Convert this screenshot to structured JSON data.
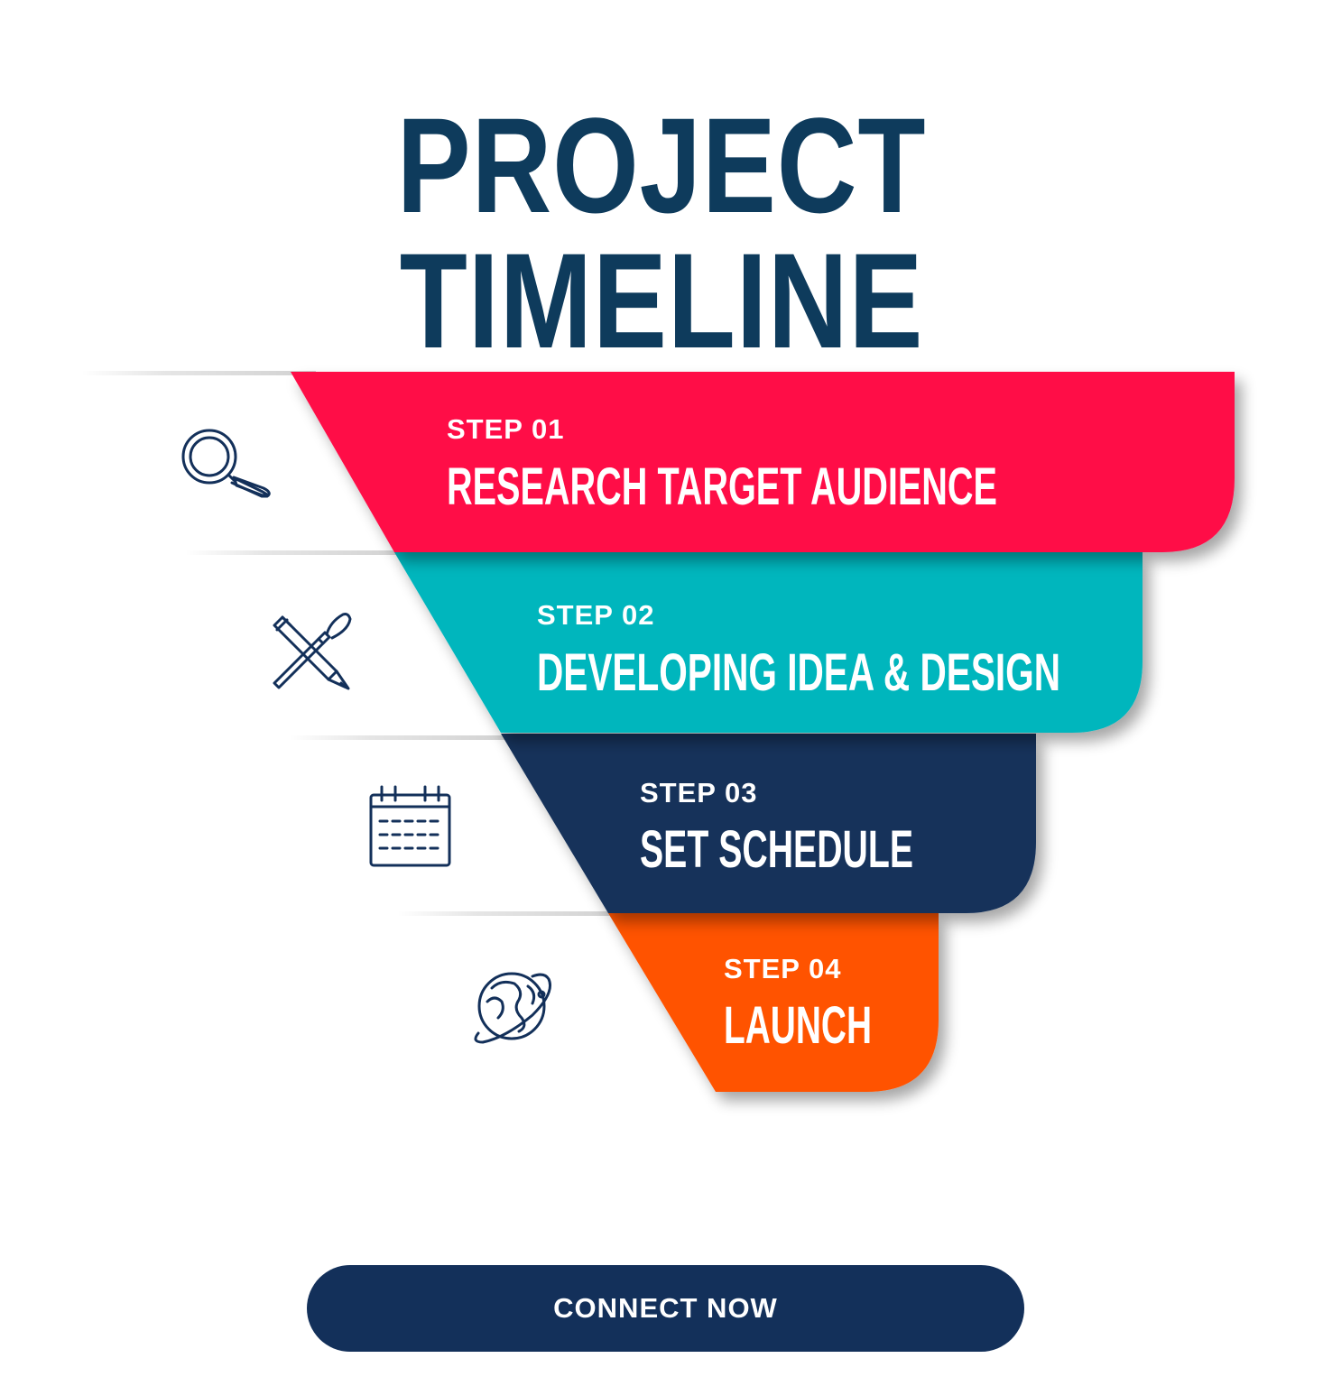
{
  "title": "PROJECT TIMELINE",
  "steps": [
    {
      "number": "STEP 01",
      "title": "RESEARCH TARGET AUDIENCE",
      "color": "#ff0846",
      "icon": "magnifier-icon"
    },
    {
      "number": "STEP 02",
      "title": "DEVELOPING IDEA & DESIGN",
      "color": "#00b6bd",
      "icon": "pencil-brush-icon"
    },
    {
      "number": "STEP 03",
      "title": "SET SCHEDULE",
      "color": "#13305a",
      "icon": "calendar-icon"
    },
    {
      "number": "STEP 04",
      "title": "LAUNCH",
      "color": "#ff5204",
      "icon": "globe-icon"
    }
  ],
  "cta": {
    "label": "CONNECT NOW",
    "color": "#13305a"
  },
  "colors": {
    "title": "#0e3b5c",
    "icon_stroke": "#13305a"
  }
}
